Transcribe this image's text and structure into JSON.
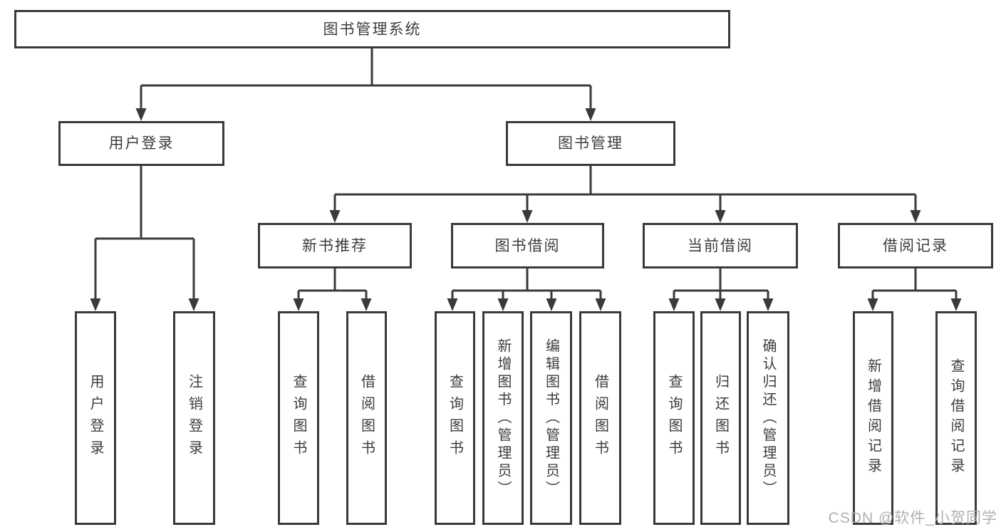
{
  "diagram": {
    "title": "图书管理系统",
    "branches": [
      {
        "label": "用户登录",
        "children": [
          "用户登录",
          "注销登录"
        ]
      },
      {
        "label": "图书管理",
        "children": [
          {
            "label": "新书推荐",
            "children": [
              "查询图书",
              "借阅图书"
            ]
          },
          {
            "label": "图书借阅",
            "children": [
              "查询图书",
              "新增图书（管理员）",
              "编辑图书（管理员）",
              "借阅图书"
            ]
          },
          {
            "label": "当前借阅",
            "children": [
              "查询图书",
              "归还图书",
              "确认归还（管理员）"
            ]
          },
          {
            "label": "借阅记录",
            "children": [
              "新增借阅记录",
              "查询借阅记录"
            ]
          }
        ]
      }
    ]
  },
  "watermark": "CSDN @软件_小贺同学",
  "colors": {
    "line": "#3a3a3a",
    "text": "#3d3d3d",
    "box_fill": "#ffffff",
    "watermark": "#b0b0b0"
  }
}
